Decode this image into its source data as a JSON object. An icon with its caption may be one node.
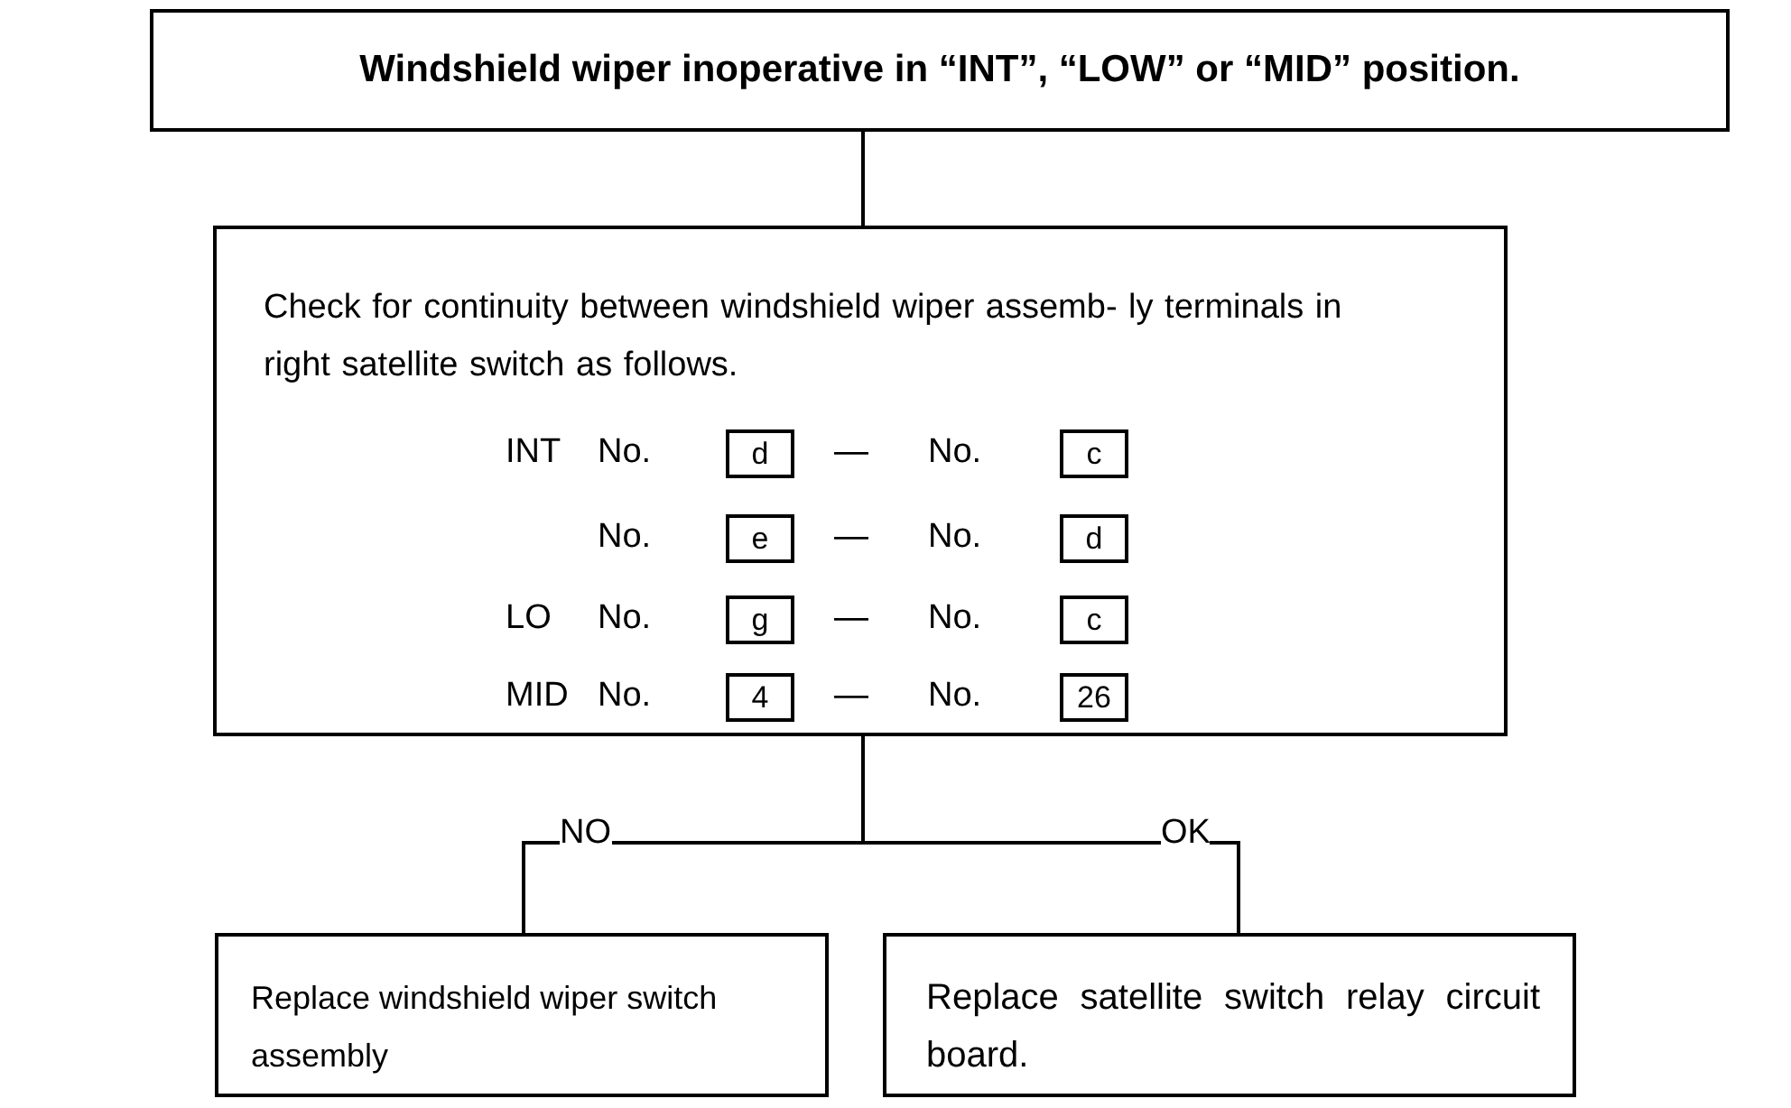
{
  "diagram": {
    "nodes": [
      {
        "text": [
          "Windshield wiper inoperative in “INT”, “LOW” or “MID” position."
        ]
      },
      {
        "text": [
          "Check for continuity between windshield wiper assemb- ly terminals in right satellite switch as follows.",
          "INT",
          "No.",
          "—",
          "No.",
          "No.",
          "—",
          "No.",
          "LO",
          "No.",
          "—",
          "No.",
          "MID",
          "No.",
          "—",
          "No."
        ]
      },
      {
        "text": [
          "d"
        ],
        "in": 1
      },
      {
        "text": [
          "c"
        ],
        "in": 1
      },
      {
        "text": [
          "e"
        ],
        "in": 1
      },
      {
        "text": [
          "d"
        ],
        "in": 1
      },
      {
        "text": [
          "g"
        ],
        "in": 1
      },
      {
        "text": [
          "c"
        ],
        "in": 1
      },
      {
        "text": [
          "4"
        ],
        "in": 1
      },
      {
        "text": [
          "26"
        ],
        "in": 1
      },
      {
        "text": [
          "Replace windshield wiper switch assembly"
        ]
      },
      {
        "text": [
          "Replace satellite switch relay circuit board."
        ]
      }
    ],
    "edges": [
      {
        "from": 0,
        "to": 1,
        "arrow": "none"
      },
      {
        "from": 1,
        "to": 10,
        "arrow": "none",
        "label": "NO"
      },
      {
        "from": 1,
        "to": 11,
        "arrow": "none",
        "label": "OK"
      }
    ]
  }
}
